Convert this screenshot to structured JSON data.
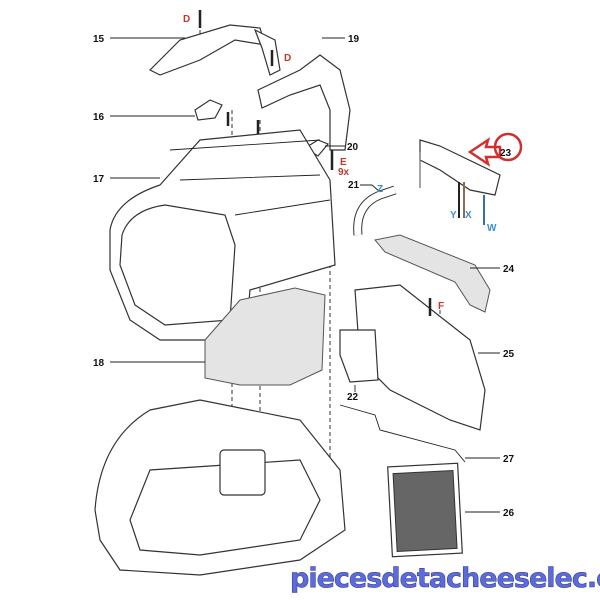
{
  "callouts": {
    "p15": "15",
    "p16": "16",
    "p17": "17",
    "p18": "18",
    "p19": "19",
    "p20": "20",
    "p21": "21",
    "p22": "22",
    "p23": "23",
    "p24": "24",
    "p25": "25",
    "p26": "26",
    "p27": "27"
  },
  "screw_codes": {
    "d1": "D",
    "d2": "D",
    "e": "E",
    "e_qty": "9x",
    "f": "F"
  },
  "wire_codes": {
    "z": "Z",
    "y": "Y",
    "x": "X",
    "w": "W"
  },
  "watermark": "piecesdetacheeselec.com",
  "colors": {
    "screw_code": "#c0392b",
    "wire_code": "#3a8fd0",
    "highlight": "#d32f2f",
    "watermark": "#5b6cd8"
  }
}
